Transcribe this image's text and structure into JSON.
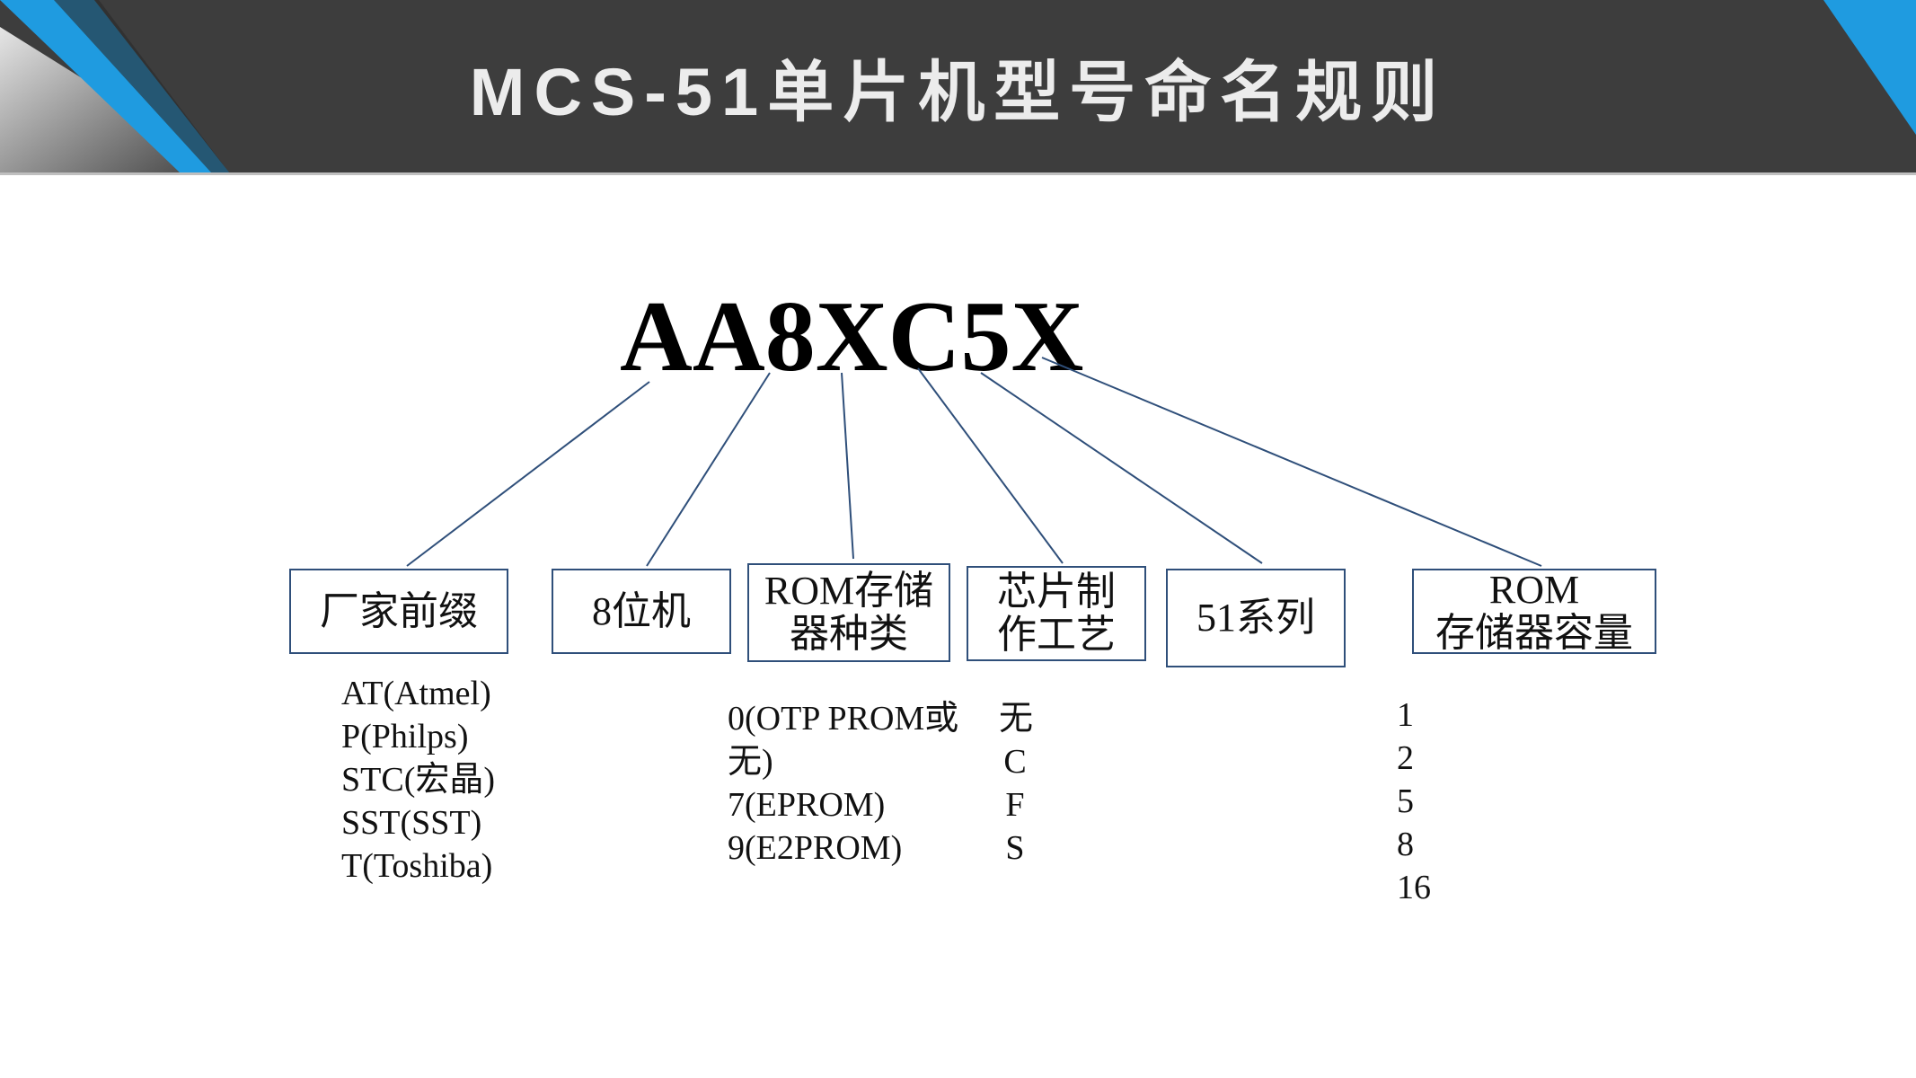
{
  "title": "MCS-51单片机型号命名规则",
  "model": "AA8XC5X",
  "boxes": [
    {
      "label": "厂家前缀"
    },
    {
      "label": "8位机"
    },
    {
      "label": "ROM存储\n器种类"
    },
    {
      "label": "芯片制\n作工艺"
    },
    {
      "label": "51系列"
    },
    {
      "label": "ROM\n存储器容量"
    }
  ],
  "manufacturers": [
    "AT(Atmel)",
    "P(Philps)",
    "STC(宏晶)",
    "SST(SST)",
    "T(Toshiba)"
  ],
  "rom_types": [
    "0(OTP PROM或",
    "无)",
    "7(EPROM)",
    "9(E2PROM)"
  ],
  "processes": [
    "无",
    "C",
    "F",
    "S"
  ],
  "rom_sizes": [
    "1",
    "2",
    "5",
    "8",
    "16"
  ],
  "colors": {
    "header": "#3d3d3d",
    "accent": "#1f9be0",
    "line": "#2f4f7a"
  }
}
